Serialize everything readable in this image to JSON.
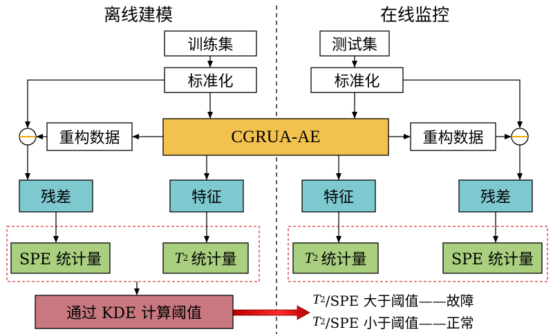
{
  "sections": {
    "offline_title": "离线建模",
    "online_title": "在线监控"
  },
  "nodes": {
    "train_set": "训练集",
    "test_set": "测试集",
    "standardize": "标准化",
    "model": "CGRUA-AE",
    "reconstruct": "重构数据",
    "residual": "残差",
    "feature": "特征",
    "spe_stat": "SPE 统计量",
    "t2_symbol": "T",
    "t2_sup": "2",
    "t2_stat_suffix": " 统计量",
    "kde_threshold": "通过 KDE 计算阈值"
  },
  "rules": {
    "fault_prefix": "/SPE 大于阈值——故障",
    "normal_prefix": "/SPE 小于阈值——正常"
  },
  "colors": {
    "model_fill": "#f2c14e",
    "teal_fill": "#7ec8d0",
    "green_fill": "#a9cf7f",
    "kde_fill": "#c9787f",
    "red_dash": "#d9363e",
    "arrow_red": "#e02020",
    "summer_line": "#f2a900"
  }
}
